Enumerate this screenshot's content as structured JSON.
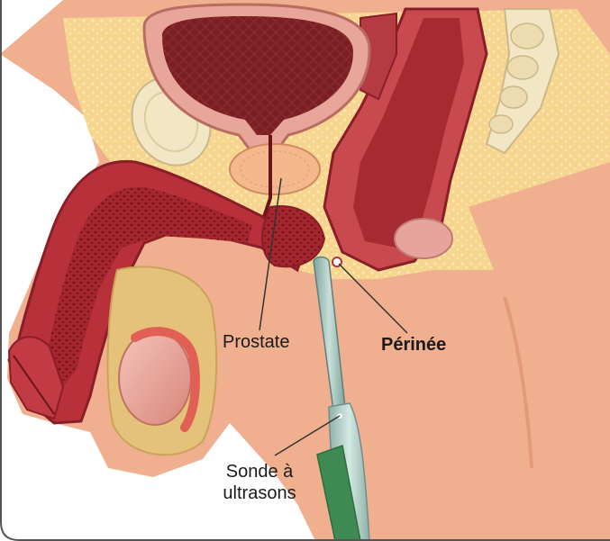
{
  "labels": {
    "prostate": "Prostate",
    "perineum": "Périnée",
    "probe_line1": "Sonde à",
    "probe_line2": "ultrasons"
  },
  "colors": {
    "skin": "#f0b08f",
    "skin_dark": "#e39a78",
    "fat": "#f6d58e",
    "flesh": "#b8303a",
    "flesh_dark": "#8a1e28",
    "bladder_inner": "#7a1f24",
    "prostate": "#f3b98c",
    "bone": "#f2e6c4",
    "testis": "#e8a093",
    "scrotum": "#e5c27a",
    "probe_shaft": "#a9c7c0",
    "probe_handle": "#9fbdb5",
    "probe_grip": "#3f8a52",
    "outline": "#555555"
  },
  "icons": {
    "probe": "ultrasound-probe-icon"
  }
}
